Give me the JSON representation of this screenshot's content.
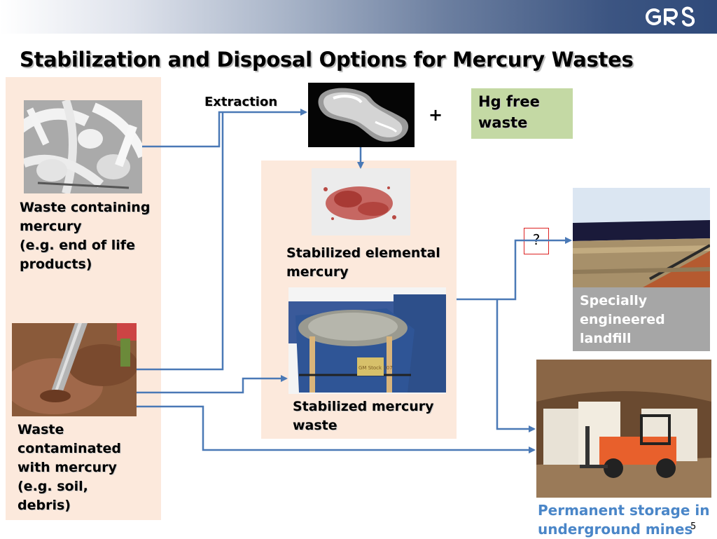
{
  "header": {
    "logo_text": "GRS",
    "title": "Stabilization and Disposal Options for Mercury Wastes"
  },
  "sources": {
    "waste_products": {
      "label_lines": [
        "Waste containing",
        "mercury",
        "(e.g. end of life",
        "products)"
      ]
    },
    "contaminated_soil": {
      "label_lines": [
        "Waste",
        "contaminated",
        "with mercury",
        "(e.g. soil,",
        "debris)"
      ]
    }
  },
  "flow": {
    "extraction_label": "Extraction",
    "plus_sign": "+",
    "hg_free_waste_lines": [
      "Hg free",
      "waste"
    ],
    "stabilized_elemental_lines": [
      "Stabilized elemental",
      "mercury"
    ],
    "stabilized_waste_lines": [
      "Stabilized mercury",
      "waste"
    ],
    "question_mark": "?",
    "drum_tag_text": "GM Stock 107"
  },
  "disposal": {
    "landfill_lines": [
      "Specially",
      "engineered",
      "landfill"
    ],
    "mine_lines": [
      "Permanent storage in",
      "underground mines"
    ]
  },
  "footer": {
    "page_number": "5"
  },
  "colors": {
    "arrow": "#4a79b6",
    "panel": "#fce9dc",
    "hg_free_box": "#c4d9a4",
    "landfill_box": "#a6a6a6",
    "mine_text": "#4a86c8"
  }
}
